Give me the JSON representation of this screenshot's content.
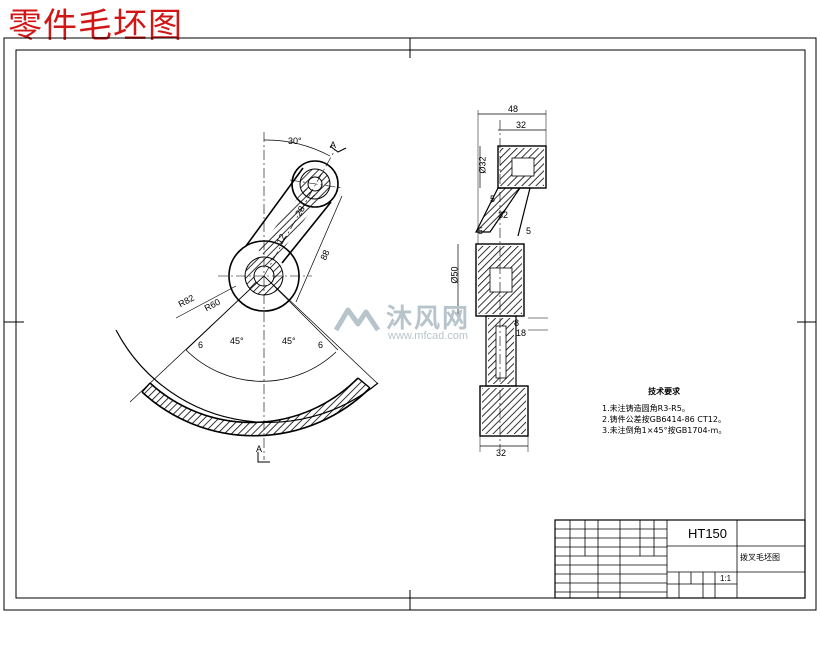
{
  "title": "零件毛坯图",
  "watermark": {
    "cn": "沐风网",
    "url": "www.mfcad.com"
  },
  "front_view": {
    "dims": {
      "angle_top": "30°",
      "r_large": "R82",
      "r_inner": "R60",
      "len_88": "88",
      "d_28": "28",
      "d_12": "12",
      "angle_left": "45°",
      "angle_right": "45°",
      "six_left": "6",
      "six_right": "6"
    },
    "section_top": "A",
    "section_bottom": "A"
  },
  "side_view": {
    "dims": {
      "w48": "48",
      "w32_top": "32",
      "d32": "Ø32",
      "five_a": "5",
      "w32_mid": "32",
      "five_b": "5",
      "five_c": "5",
      "d50": "Ø50",
      "eight": "8",
      "eighteen": "18",
      "w32_bottom": "32"
    }
  },
  "notes": {
    "title": "技术要求",
    "lines": [
      "1.未注铸造圆角R3-R5。",
      "2.铸件公差按GB6414-86 CT12。",
      "3.未注倒角1×45°按GB1704-m。"
    ]
  },
  "title_block": {
    "material": "HT150",
    "name": "拨叉毛坯图",
    "scale": "1:1"
  },
  "colors": {
    "title": "#d21616",
    "line": "#000000",
    "watermark": "#b8c4cc"
  }
}
